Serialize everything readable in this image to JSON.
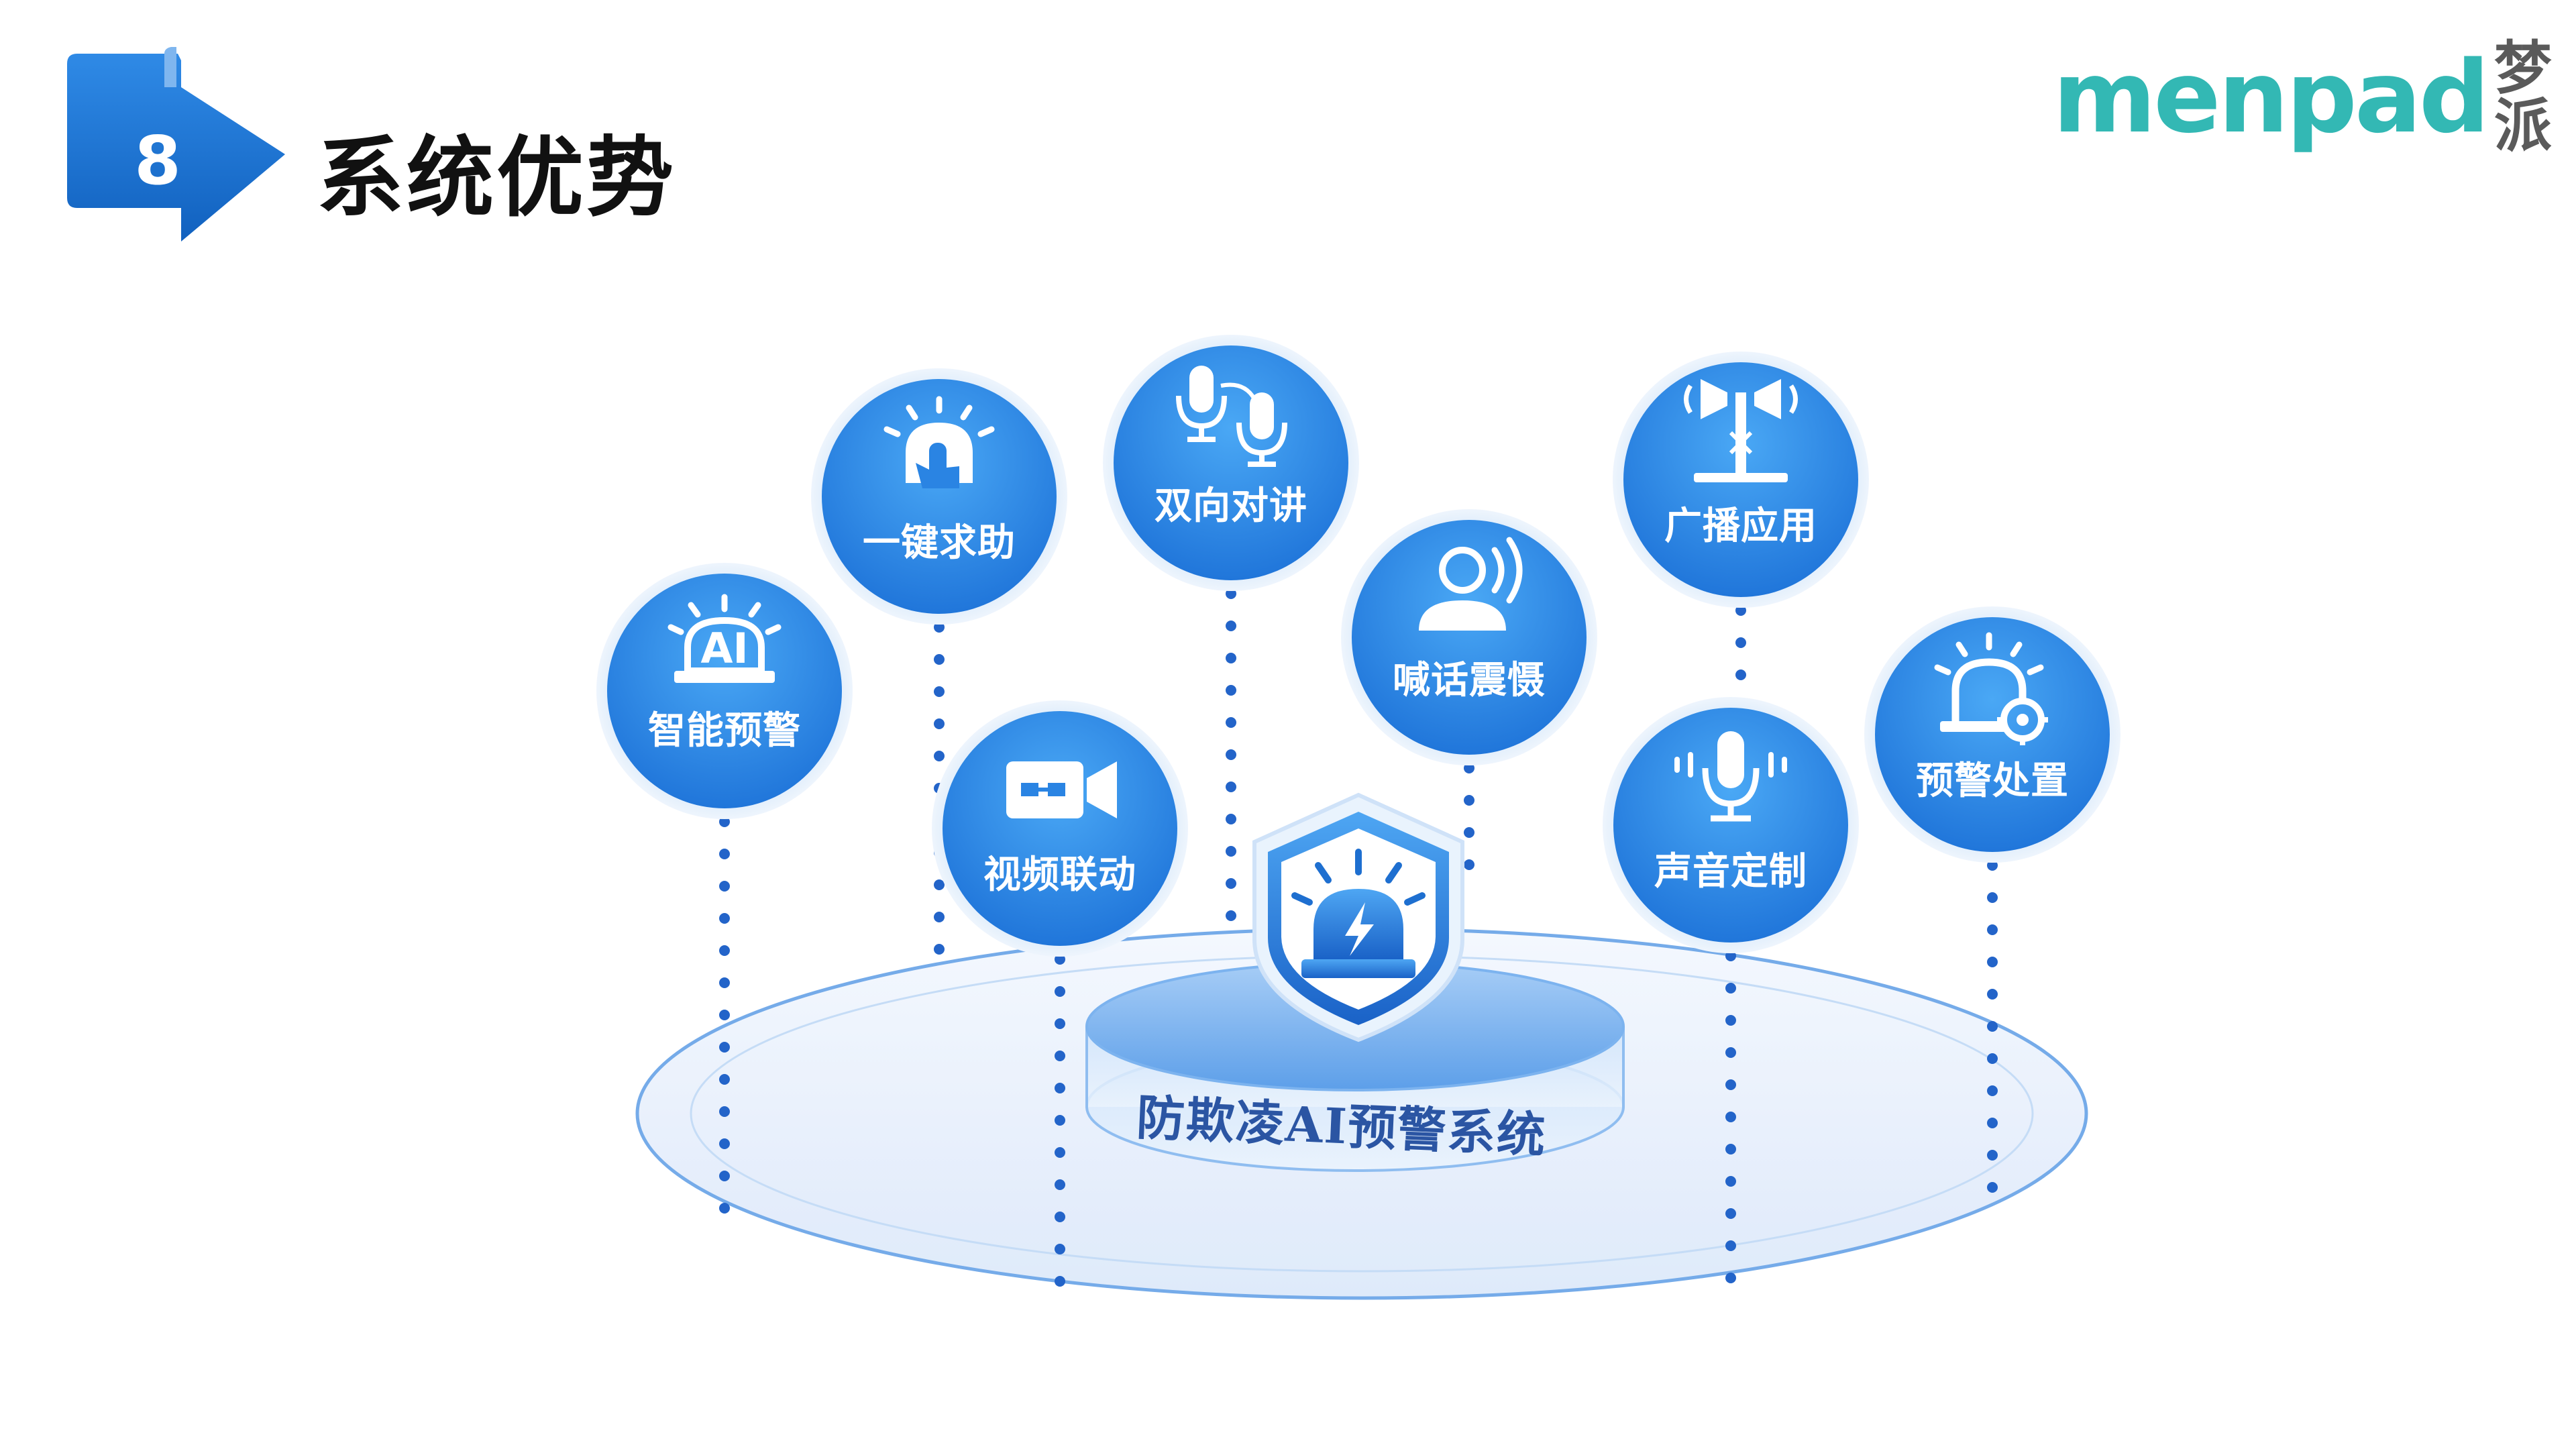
{
  "header": {
    "section_number": "8",
    "title": "系统优势"
  },
  "brand": {
    "latin": "menpad",
    "cjk": "梦派"
  },
  "diagram": {
    "center_label": "防欺凌AI预警系统",
    "nodes": [
      {
        "label": "智能预警",
        "icon": "ai-alarm-icon"
      },
      {
        "label": "一键求助",
        "icon": "one-key-help-icon"
      },
      {
        "label": "视频联动",
        "icon": "video-camera-icon"
      },
      {
        "label": "双向对讲",
        "icon": "two-way-intercom-icon"
      },
      {
        "label": "喊话震慑",
        "icon": "shout-deterrence-icon"
      },
      {
        "label": "广播应用",
        "icon": "broadcast-icon"
      },
      {
        "label": "声音定制",
        "icon": "microphone-icon"
      },
      {
        "label": "预警处置",
        "icon": "alarm-settings-icon"
      }
    ]
  },
  "colors": {
    "accent_blue": "#1e73d2",
    "brand_teal": "#33b8b4",
    "node_blue": "#2a8be8",
    "platform_blue": "#5aa5ec"
  }
}
